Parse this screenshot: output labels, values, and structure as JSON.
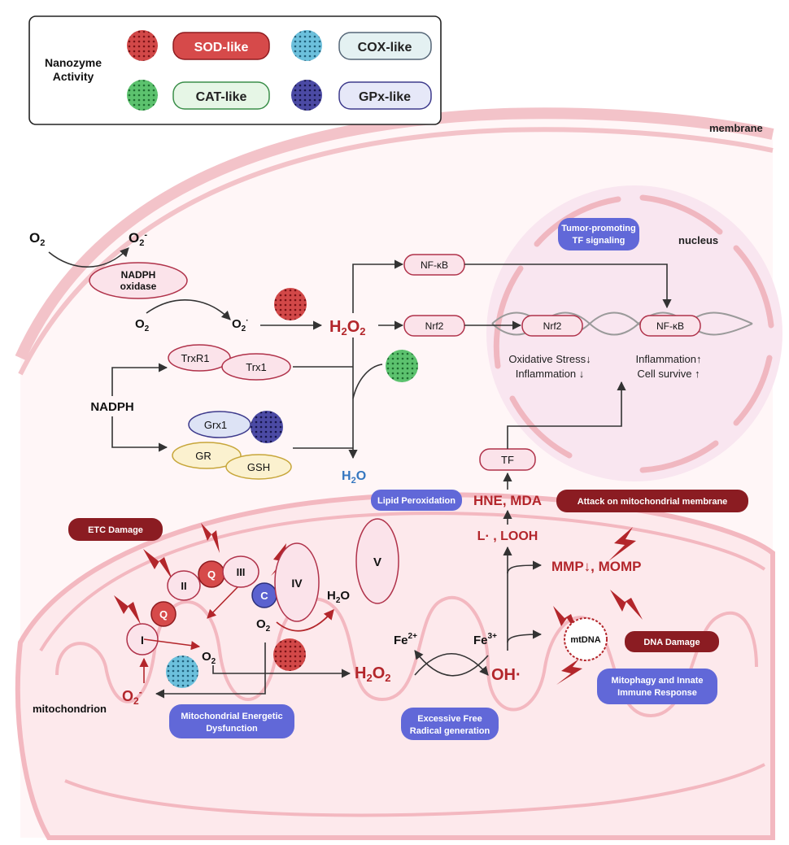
{
  "legend": {
    "title_line1": "Nanozyme",
    "title_line2": "Activity",
    "items": [
      {
        "label": "SOD-like",
        "color": "#c0393b",
        "fill": "#d64a4a"
      },
      {
        "label": "CAT-like",
        "color": "#3fae5a",
        "fill": "#e6f6e6"
      },
      {
        "label": "COX-like",
        "color": "#4aa8c8",
        "fill": "#e4f1f2"
      },
      {
        "label": "GPx-like",
        "color": "#3d3a8c",
        "fill": "#e6e8f8"
      }
    ]
  },
  "labels": {
    "membrane": "membrane",
    "nucleus": "nucleus",
    "mitochondrion": "mitochondrion",
    "nadph_oxidase_line1": "NADPH",
    "nadph_oxidase_line2": "oxidase",
    "nadph": "NADPH",
    "trxr1": "TrxR1",
    "trx1": "Trx1",
    "grx1": "Grx1",
    "gr": "GR",
    "gsh": "GSH",
    "nfkb": "NF-κB",
    "nrf2": "Nrf2",
    "tf": "TF",
    "oxstress_line1": "Oxidative Stress↓",
    "oxstress_line2": "Inflammation ↓",
    "inflam_line1": "Inflammation↑",
    "inflam_line2": "Cell survive ↑",
    "hne_mda": "HNE, MDA",
    "l_looh": "L· , LOOH",
    "mmp": "MMP↓,  MOMP",
    "oh": "OH·",
    "mtdna": "mtDNA",
    "complex_1": "I",
    "complex_2": "II",
    "complex_3": "III",
    "complex_4": "IV",
    "complex_5": "V",
    "q": "Q",
    "c": "C"
  },
  "badges": {
    "tumor_line1": "Tumor-promoting",
    "tumor_line2": "TF signaling",
    "lipid": "Lipid Peroxidation",
    "attack": "Attack on mitochondrial membrane",
    "etc": "ETC Damage",
    "dna_damage": "DNA Damage",
    "mito_energy_line1": "Mitochondrial Energetic",
    "mito_energy_line2": "Dysfunction",
    "excessive_line1": "Excessive Free",
    "excessive_line2": "Radical generation",
    "mitophagy_line1": "Mitophagy and Innate",
    "mitophagy_line2": "Immune Response"
  },
  "colors": {
    "dark_red": "#b3262b",
    "blue_badge": "#6168d8",
    "dark_badge": "#8b1c22",
    "pink_fill": "#fbe3ea",
    "pink_stroke": "#b0324a",
    "blue_text": "#3577c0",
    "membrane_pink": "#f4c6cc"
  }
}
